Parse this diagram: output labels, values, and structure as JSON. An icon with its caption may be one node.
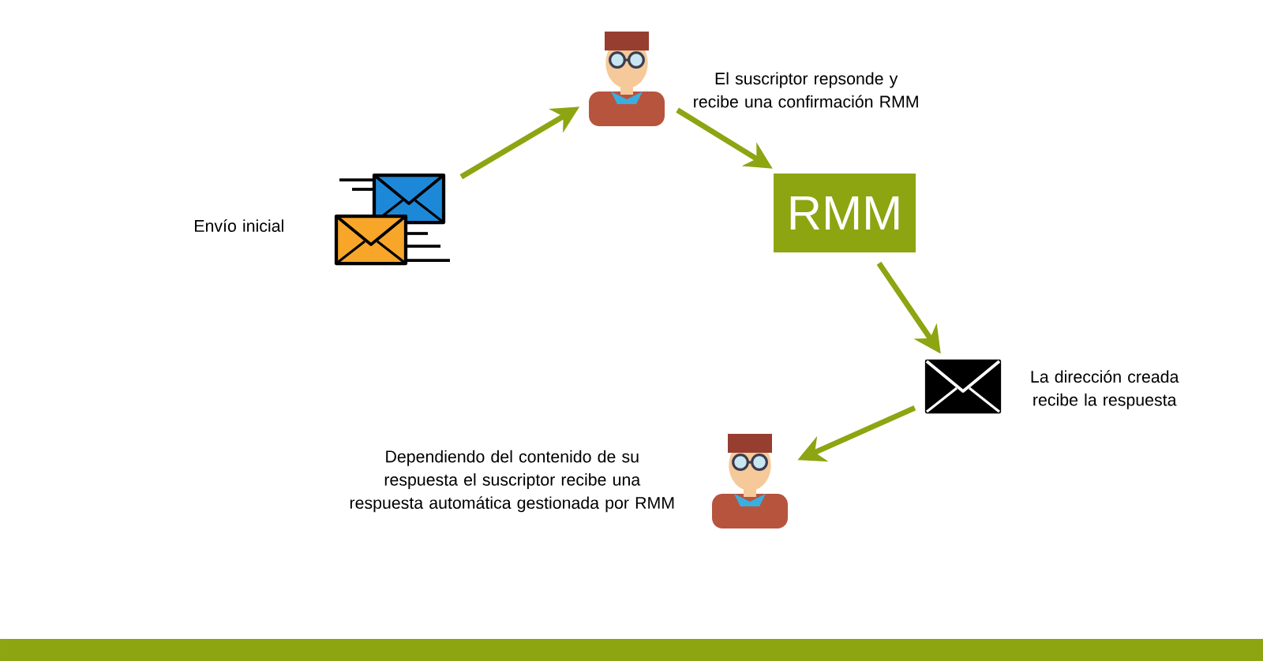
{
  "diagram": {
    "nodes": [
      {
        "text": [],
        "shape": "picture",
        "beside": [
          "Envío inicial"
        ]
      },
      {
        "text": [],
        "shape": "person",
        "beside": [
          "El suscriptor repsonde y recibe una confirmación RMM"
        ]
      },
      {
        "text": [
          "RMM"
        ]
      },
      {
        "text": [],
        "shape": "picture",
        "beside": [
          "La dirección creada recibe la respuesta"
        ]
      },
      {
        "text": [],
        "shape": "person",
        "beside": [
          "Dependiendo del contenido de su respuesta el suscriptor recibe una respuesta automática gestionada por RMM"
        ]
      },
      {
        "text": [],
        "shape": "bar"
      }
    ],
    "edges": [
      {
        "from": 0,
        "to": 1,
        "arrow": "to"
      },
      {
        "from": 1,
        "to": 2,
        "arrow": "to"
      },
      {
        "from": 2,
        "to": 3,
        "arrow": "to"
      },
      {
        "from": 3,
        "to": 4,
        "arrow": "to"
      }
    ]
  }
}
